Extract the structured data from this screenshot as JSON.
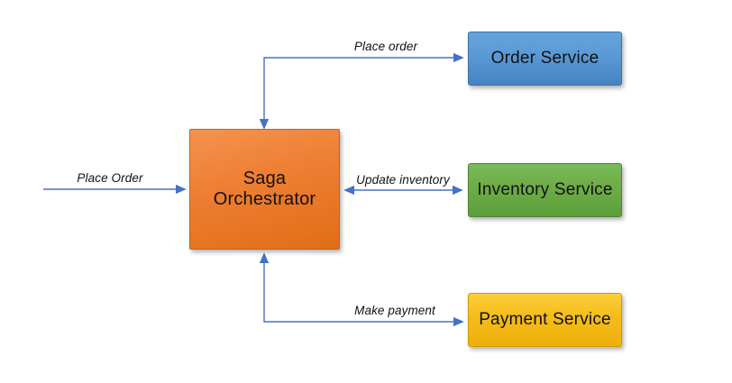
{
  "diagram": {
    "background_color": "#ffffff",
    "connector_color": "#4472C4",
    "text_color": "#111111",
    "nodes": [
      {
        "id": "saga-orchestrator",
        "label": "Saga Orchestrator",
        "fill_top": "#F4934F",
        "fill_bottom": "#E06E17",
        "border": "#C9611A"
      },
      {
        "id": "order-service",
        "label": "Order Service",
        "fill_top": "#66A3DD",
        "fill_bottom": "#4583C4",
        "border": "#41719C"
      },
      {
        "id": "inventory-service",
        "label": "Inventory Service",
        "fill_top": "#79BB5E",
        "fill_bottom": "#59A03C",
        "border": "#548235"
      },
      {
        "id": "payment-service",
        "label": "Payment Service",
        "fill_top": "#FBCE3A",
        "fill_bottom": "#EDB00C",
        "border": "#C99C0A"
      }
    ],
    "edges": [
      {
        "id": "incoming-place-order",
        "label": "Place Order",
        "from": "external",
        "to": "saga-orchestrator",
        "direction": "one-way"
      },
      {
        "id": "place-order",
        "label": "Place order",
        "from": "saga-orchestrator",
        "to": "order-service",
        "direction": "two-way"
      },
      {
        "id": "update-inventory",
        "label": "Update inventory",
        "from": "saga-orchestrator",
        "to": "inventory-service",
        "direction": "two-way"
      },
      {
        "id": "make-payment",
        "label": "Make payment",
        "from": "saga-orchestrator",
        "to": "payment-service",
        "direction": "two-way"
      }
    ]
  }
}
